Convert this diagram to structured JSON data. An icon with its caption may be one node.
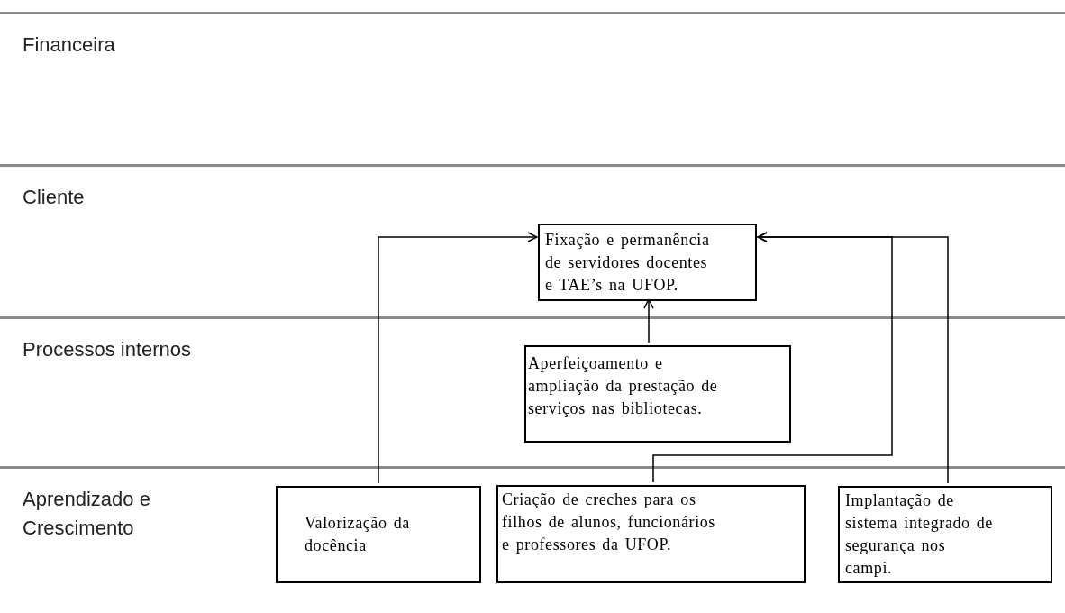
{
  "diagram": {
    "nodes": [
      {
        "text": [
          "Financeira"
        ]
      },
      {
        "text": [
          "Cliente"
        ]
      },
      {
        "text": [
          "Processos internos"
        ]
      },
      {
        "text": [
          "Aprendizado e Crescimento"
        ]
      },
      {
        "text": [
          "Fixação e permanência de servidores docentes e TAE’s na UFOP."
        ],
        "in": 1
      },
      {
        "text": [
          "Aperfeiçoamento e ampliação da prestação de serviços nas bibliotecas."
        ],
        "in": 2
      },
      {
        "text": [
          "Valorização da docência"
        ],
        "in": 3
      },
      {
        "text": [
          "Criação de creches para os filhos de alunos, funcionários e professores da UFOP."
        ],
        "in": 3
      },
      {
        "text": [
          "Implantação de sistema integrado de segurança nos campi."
        ],
        "in": 3
      }
    ],
    "edges": [
      {
        "from": 6,
        "to": 4,
        "arrow": "to"
      },
      {
        "from": 5,
        "to": 4,
        "arrow": "to"
      },
      {
        "from": 7,
        "to": 4,
        "arrow": "to"
      },
      {
        "from": 8,
        "to": 4,
        "arrow": "to"
      }
    ]
  }
}
